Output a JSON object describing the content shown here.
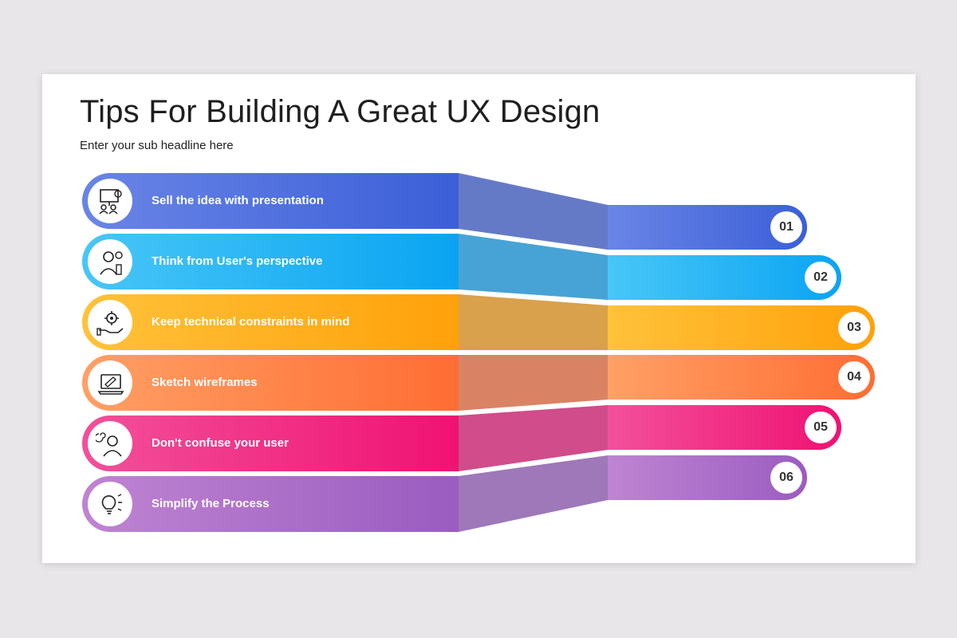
{
  "slide": {
    "title": "Tips For Building A Great UX Design",
    "subtitle": "Enter your sub headline here"
  },
  "items": [
    {
      "label": "Sell the idea with presentation",
      "number": "01",
      "icon": "presentation-icon",
      "color_start": "#6a85e6",
      "color_end": "#3b5fd8"
    },
    {
      "label": "Think from User's perspective",
      "number": "02",
      "icon": "user-thinking-icon",
      "color_start": "#48c6f7",
      "color_end": "#0aa4f2"
    },
    {
      "label": "Keep technical constraints in mind",
      "number": "03",
      "icon": "gear-hand-icon",
      "color_start": "#ffc23a",
      "color_end": "#ffa10a"
    },
    {
      "label": "Sketch wireframes",
      "number": "04",
      "icon": "laptop-sketch-icon",
      "color_start": "#ffa065",
      "color_end": "#ff6d33"
    },
    {
      "label": "Don't confuse your user",
      "number": "05",
      "icon": "confused-user-icon",
      "color_start": "#f2509a",
      "color_end": "#f01273"
    },
    {
      "label": "Simplify the Process",
      "number": "06",
      "icon": "lightbulb-icon",
      "color_start": "#bf84d2",
      "color_end": "#9b5cc0"
    }
  ]
}
